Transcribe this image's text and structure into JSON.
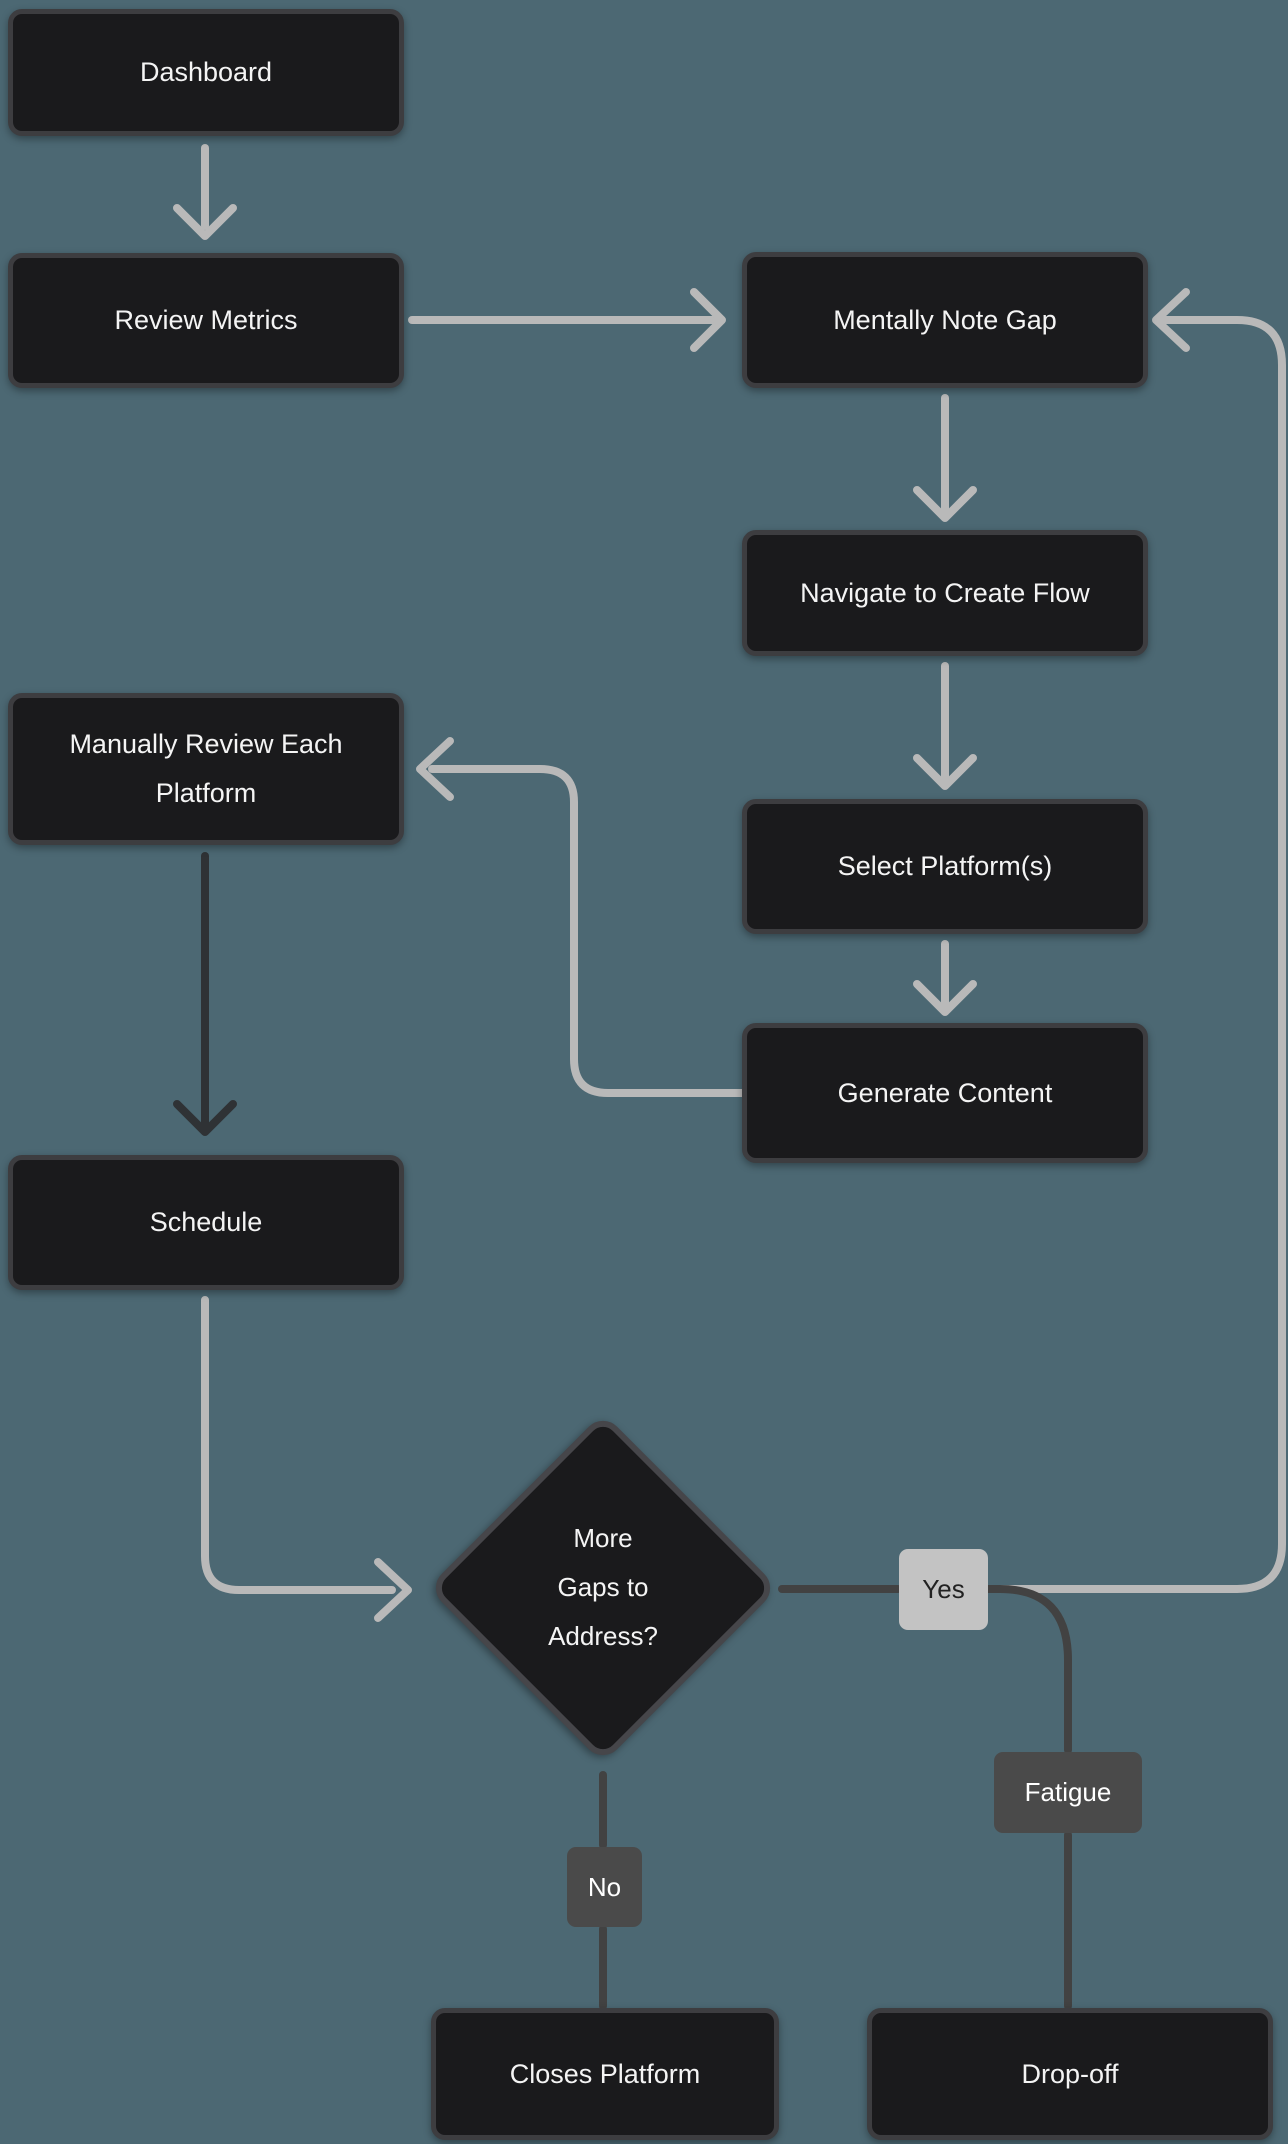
{
  "colors": {
    "canvas_background": "#4c6873",
    "node_fill": "#1a1a1c",
    "node_border": "#3d3d40",
    "node_text": "#f4f4f4",
    "edge_light": "#b9b9b9",
    "edge_dark": "#2f3235",
    "edge_decision": "#424242",
    "yes_fill": "#c3c3c3",
    "yes_text": "#222222",
    "small_label_fill": "#4a4a4a",
    "small_label_text": "#ffffff"
  },
  "nodes": {
    "dashboard": {
      "label": "Dashboard"
    },
    "review_metrics": {
      "label": "Review Metrics"
    },
    "mentally_note_gap": {
      "label": "Mentally Note Gap"
    },
    "navigate_create_flow": {
      "label": "Navigate to Create Flow"
    },
    "manually_review": {
      "label": "Manually Review Each Platform"
    },
    "select_platforms": {
      "label": "Select Platform(s)"
    },
    "generate_content": {
      "label": "Generate Content"
    },
    "schedule": {
      "label": "Schedule"
    },
    "decision": {
      "label_lines": [
        "More",
        "Gaps to",
        "Address?"
      ]
    },
    "closes_platform": {
      "label": "Closes Platform"
    },
    "drop_off": {
      "label": "Drop-off"
    }
  },
  "edge_labels": {
    "yes": "Yes",
    "no": "No",
    "fatigue": "Fatigue"
  }
}
